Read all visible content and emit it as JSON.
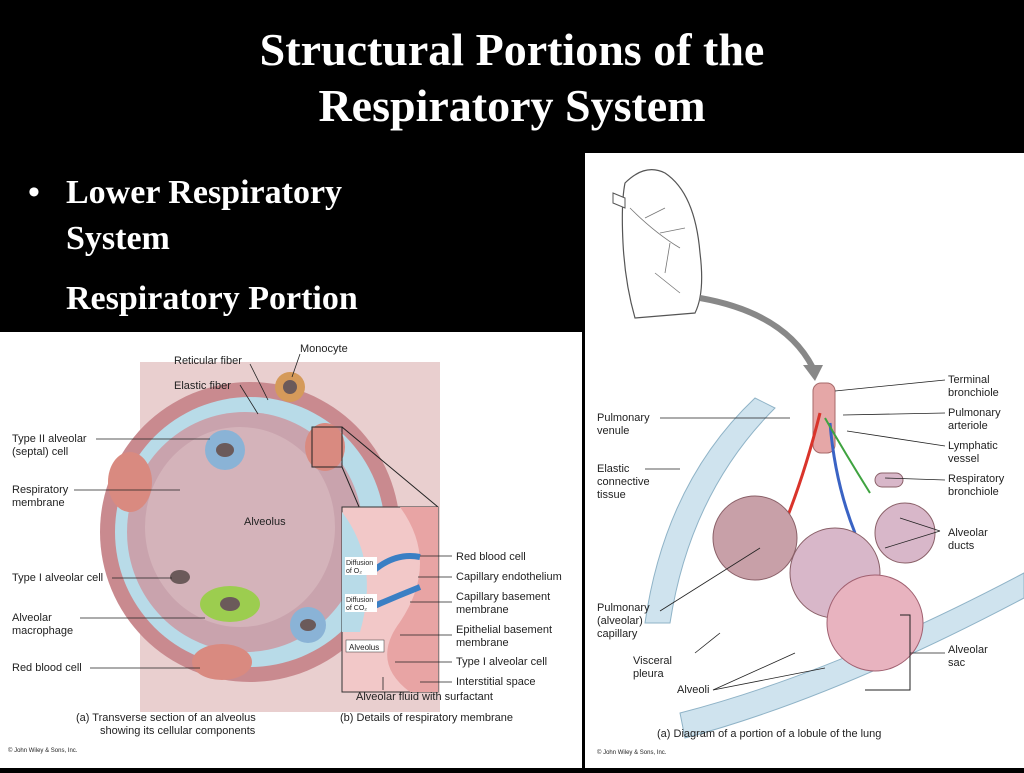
{
  "slide": {
    "title_line1": "Structural Portions of the",
    "title_line2": "Respiratory System",
    "bullet_symbol": "•",
    "bullet_text": "Lower Respiratory System",
    "subheading": "Respiratory Portion"
  },
  "left_figure": {
    "labels": {
      "monocyte": "Monocyte",
      "reticular_fiber": "Reticular fiber",
      "elastic_fiber": "Elastic fiber",
      "type2_line1": "Type II alveolar",
      "type2_line2": "(septal) cell",
      "resp_mem_line1": "Respiratory",
      "resp_mem_line2": "membrane",
      "alveolus": "Alveolus",
      "type1_left": "Type I alveolar cell",
      "macrophage_line1": "Alveolar",
      "macrophage_line2": "macrophage",
      "rbc_left": "Red blood cell",
      "rbc_right": "Red blood cell",
      "cap_endothelium": "Capillary endothelium",
      "cap_basement_line1": "Capillary basement",
      "cap_basement_line2": "membrane",
      "epi_basement_line1": "Epithelial basement",
      "epi_basement_line2": "membrane",
      "type1_right": "Type I alveolar cell",
      "interstitial": "Interstitial space",
      "alveolar_fluid": "Alveolar fluid with surfactant",
      "diff_o2_line1": "Diffusion",
      "diff_o2_line2": "of O₂",
      "diff_co2_line1": "Diffusion",
      "diff_co2_line2": "of CO₂",
      "alveolus_box": "Alveolus"
    },
    "caption_a_line1": "(a) Transverse section of an alveolus",
    "caption_a_line2": "showing its cellular components",
    "caption_b": "(b) Details of respiratory membrane",
    "credit": "© John Wiley & Sons, Inc."
  },
  "right_figure": {
    "labels": {
      "terminal_line1": "Terminal",
      "terminal_line2": "bronchiole",
      "pulm_arteriole_line1": "Pulmonary",
      "pulm_arteriole_line2": "arteriole",
      "lymphatic_line1": "Lymphatic",
      "lymphatic_line2": "vessel",
      "resp_bronchiole_line1": "Respiratory",
      "resp_bronchiole_line2": "bronchiole",
      "alv_ducts_line1": "Alveolar",
      "alv_ducts_line2": "ducts",
      "alv_sac_line1": "Alveolar",
      "alv_sac_line2": "sac",
      "pulm_venule_line1": "Pulmonary",
      "pulm_venule_line2": "venule",
      "elastic_line1": "Elastic",
      "elastic_line2": "connective",
      "elastic_line3": "tissue",
      "pulm_cap_line1": "Pulmonary",
      "pulm_cap_line2": "(alveolar)",
      "pulm_cap_line3": "capillary",
      "visceral_line1": "Visceral",
      "visceral_line2": "pleura",
      "alveoli": "Alveoli"
    },
    "caption": "(a) Diagram of a portion of a lobule of the lung",
    "credit": "© John Wiley & Sons, Inc."
  }
}
